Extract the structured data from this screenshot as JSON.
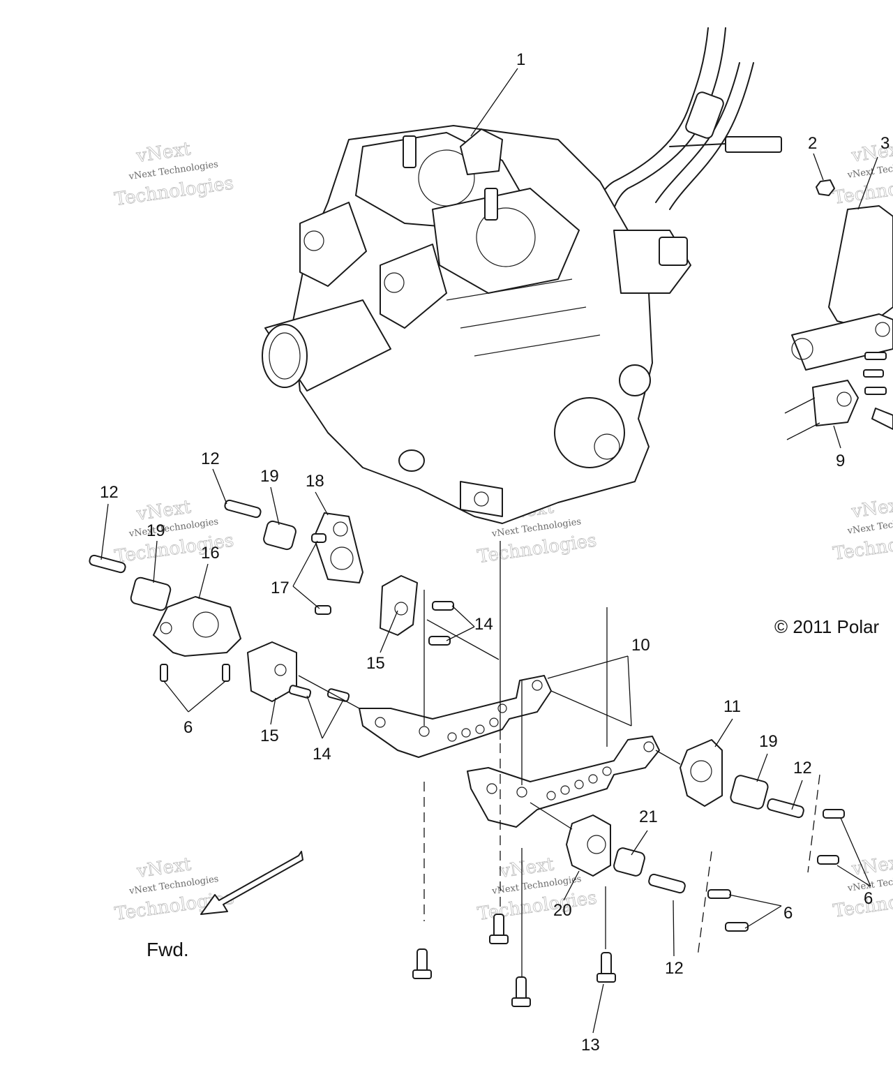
{
  "callouts": {
    "c1": "1",
    "c2": "2",
    "c3": "3",
    "c9": "9",
    "c12a": "12",
    "c19a": "19",
    "c18": "18",
    "c12b": "12",
    "c19b": "19",
    "c16": "16",
    "c17": "17",
    "c14a": "14",
    "c15a": "15",
    "c10": "10",
    "c6a": "6",
    "c15b": "15",
    "c14b": "14",
    "c11": "11",
    "c19c": "19",
    "c12c": "12",
    "c21": "21",
    "c20": "20",
    "c12d": "12",
    "c6b": "6",
    "c6c": "6",
    "c13": "13"
  },
  "watermark": {
    "line1": "vNext Technologies",
    "line2": "Technologies",
    "line3": "vNext"
  },
  "copyright": "© 2011 Polar",
  "direction_label": "Fwd."
}
